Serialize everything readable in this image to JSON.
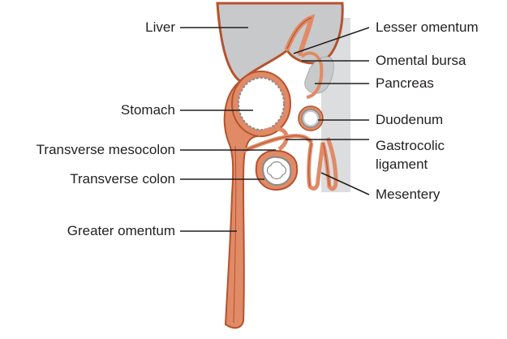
{
  "labels": {
    "liver": "Liver",
    "stomach": "Stomach",
    "transverse_mesocolon": "Transverse mesocolon",
    "transverse_colon": "Transverse colon",
    "greater_omentum": "Greater omentum",
    "lesser_omentum": "Lesser omentum",
    "omental_bursa": "Omental bursa",
    "pancreas": "Pancreas",
    "duodenum": "Duodenum",
    "gastrocolic_line1": "Gastrocolic",
    "gastrocolic_line2": "ligament",
    "mesentery": "Mesentery"
  },
  "colors": {
    "peritoneum_fill": "#e08a66",
    "peritoneum_line": "#b5532f",
    "organ_gray": "#c8c9cb",
    "background_gray": "#dcdddf",
    "leader_line": "#231f20",
    "text": "#231f20"
  }
}
